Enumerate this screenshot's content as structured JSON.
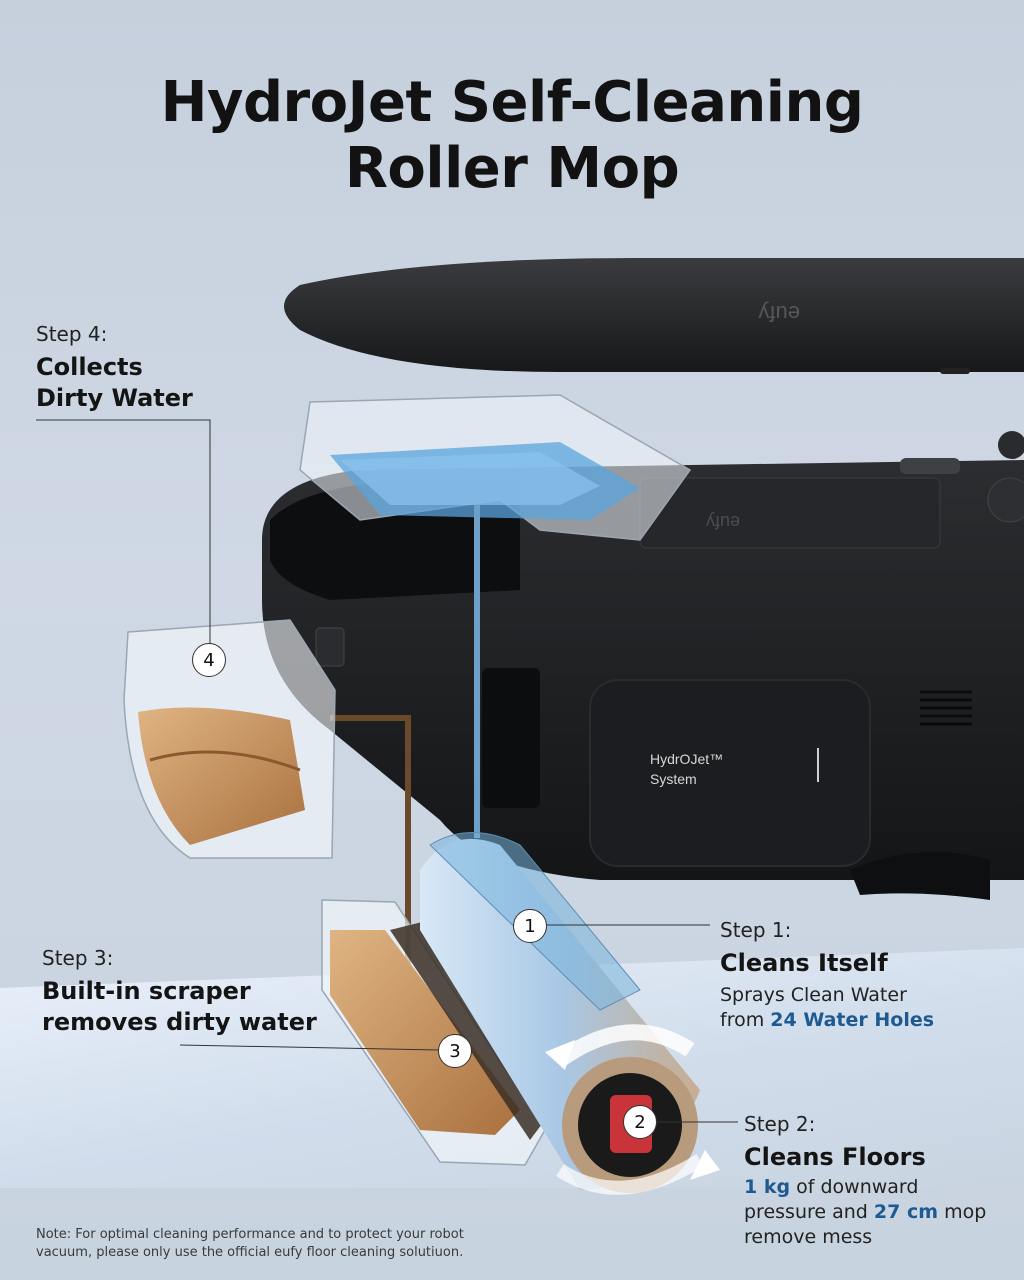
{
  "title_line1": "HydroJet Self-Cleaning",
  "title_line2": "Roller Mop",
  "brand_mark": "eufy",
  "panel_line1": "HydrOJet™",
  "panel_line2": "System",
  "steps": [
    {
      "label": "Step 1:",
      "heading": "Cleans Itself",
      "desc_a": "Sprays Clean Water",
      "desc_b_pre": "from ",
      "desc_b_hl": "24 Water Holes",
      "number": "1"
    },
    {
      "label": "Step 2:",
      "heading": "Cleans Floors",
      "desc_hl1": "1 kg",
      "desc_t1": " of downward",
      "desc_t2": "pressure and ",
      "desc_hl2": "27 cm",
      "desc_t3": " mop",
      "desc_t4": "remove mess",
      "number": "2"
    },
    {
      "label": "Step 3:",
      "heading1": "Built-in scraper",
      "heading2": "removes dirty water",
      "number": "3"
    },
    {
      "label": "Step 4:",
      "heading1": "Collects",
      "heading2": "Dirty Water",
      "number": "4"
    }
  ],
  "note_line1": "Note: For optimal cleaning performance and to protect your robot",
  "note_line2": "vacuum, please only use the official eufy floor cleaning solutiuon.",
  "colors": {
    "highlight": "#1e5a92",
    "robot": "#1f2022",
    "dirty_water": "#c48a55",
    "clean_water": "#5aa4dc"
  }
}
